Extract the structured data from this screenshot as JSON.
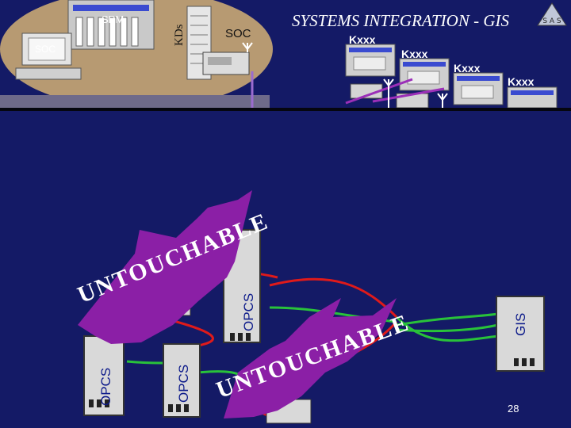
{
  "header": {
    "title": "SYSTEMS INTEGRATION - GIS",
    "logo_letters": "S A S"
  },
  "soc_area": {
    "spm_label": "SPM",
    "soc_left_label": "SOC",
    "soc_right_label": "SOC",
    "kds_label": "KDs"
  },
  "kxxx_labels": [
    "Kxxx",
    "Kxxx",
    "Kxxx",
    "Kxxx"
  ],
  "equipment": {
    "opcs_labels": [
      "OPCS",
      "OPCS",
      "OPCS"
    ],
    "gis_label": "GIS"
  },
  "stamps": [
    "UNTOUCHABLE",
    "UNTOUCHABLE"
  ],
  "page_number": "28",
  "colors": {
    "background": "#141a66",
    "stamp_fill": "#8b1fa6",
    "soc_ellipse": "#b79a72",
    "link_red": "#e01a1a",
    "link_green": "#29c23a",
    "cabinet": "#d9d9d9"
  }
}
